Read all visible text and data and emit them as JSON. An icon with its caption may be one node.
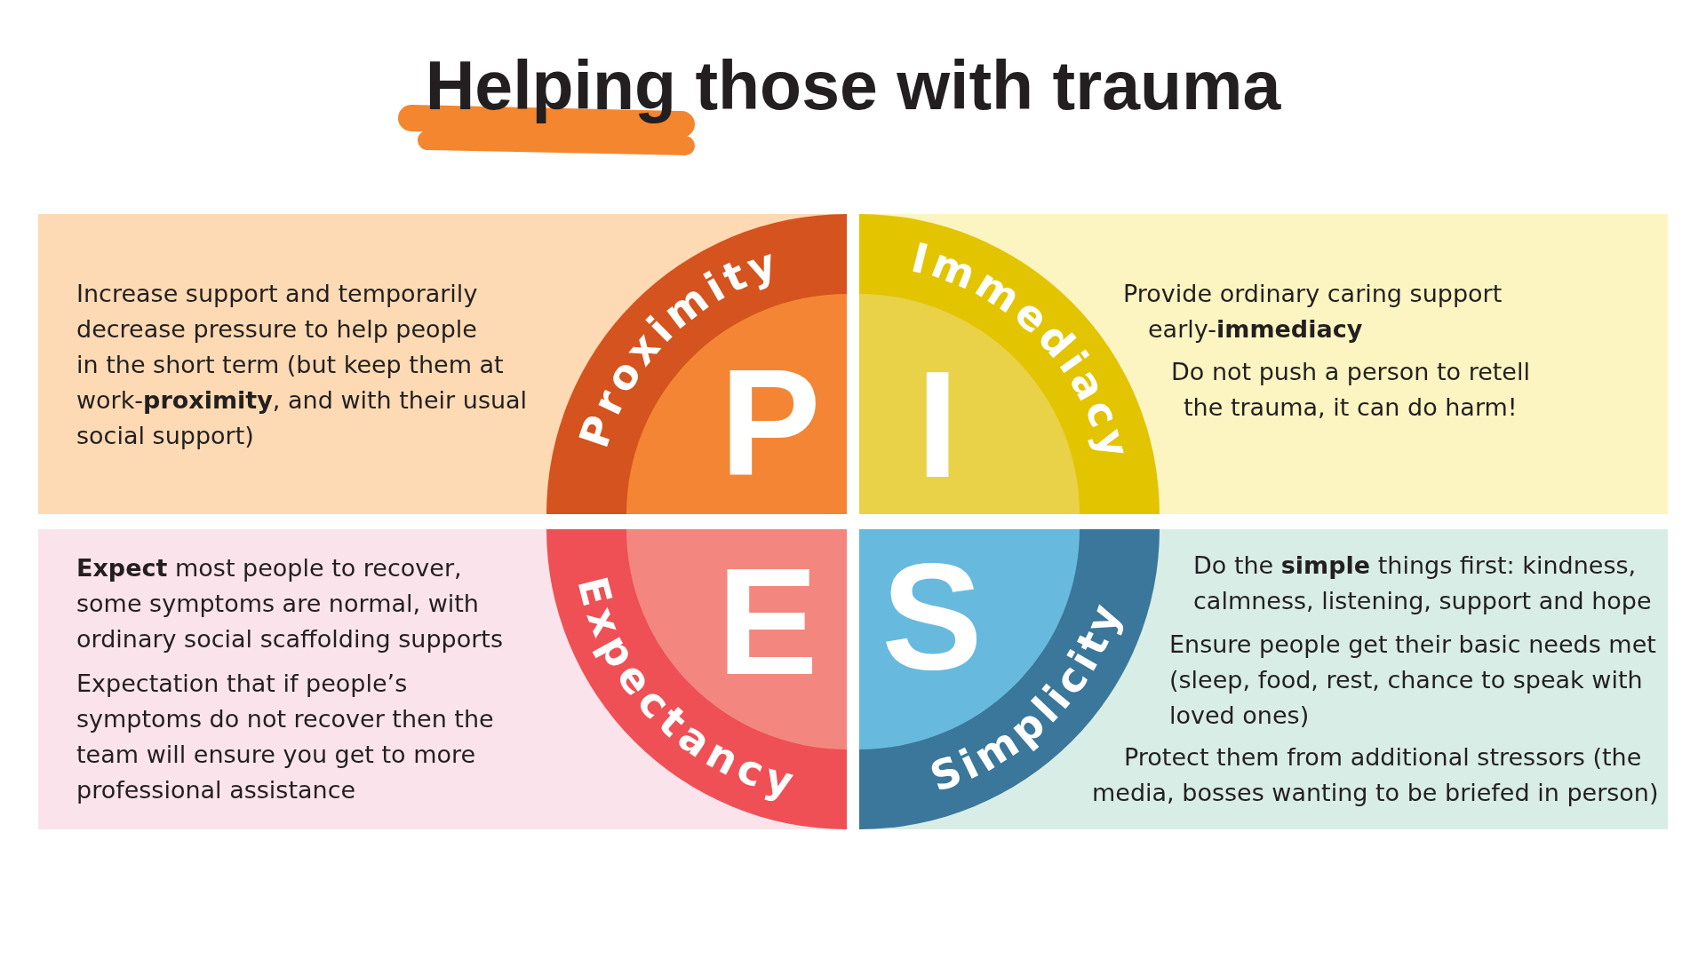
{
  "diagram": {
    "title": "Helping those with trauma",
    "nodes": [
      {
        "text": [
          "Increase support and temporarily decrease pressure to help people in the short term (but keep them at work-**proximity**, and with their usual social support)"
        ]
      },
      {
        "text": [
          "Proximity",
          "P"
        ],
        "in": 0
      },
      {
        "text": [
          "Provide ordinary caring support early-**immediacy**",
          "Do not push a person to retell the trauma, it can do harm!"
        ]
      },
      {
        "text": [
          "Immediacy",
          "I"
        ],
        "in": 2
      },
      {
        "text": [
          "**Expect** most people to recover, some symptoms are normal, with ordinary social scaffolding supports",
          "Expectation that if people’s symptoms do not recover then the team will ensure you get to more professional assistance"
        ]
      },
      {
        "text": [
          "Expectancy",
          "E"
        ],
        "in": 4
      },
      {
        "text": [
          "Do the **simple** things first: kindness, calmness, listening, support and hope",
          "Ensure people get their basic needs met (sleep, food, rest, chance to speak with loved ones)",
          "Protect them from additional stressors (the media, bosses wanting to be briefed in person)"
        ]
      },
      {
        "text": [
          "Simplicity",
          "S"
        ],
        "in": 6
      }
    ]
  }
}
